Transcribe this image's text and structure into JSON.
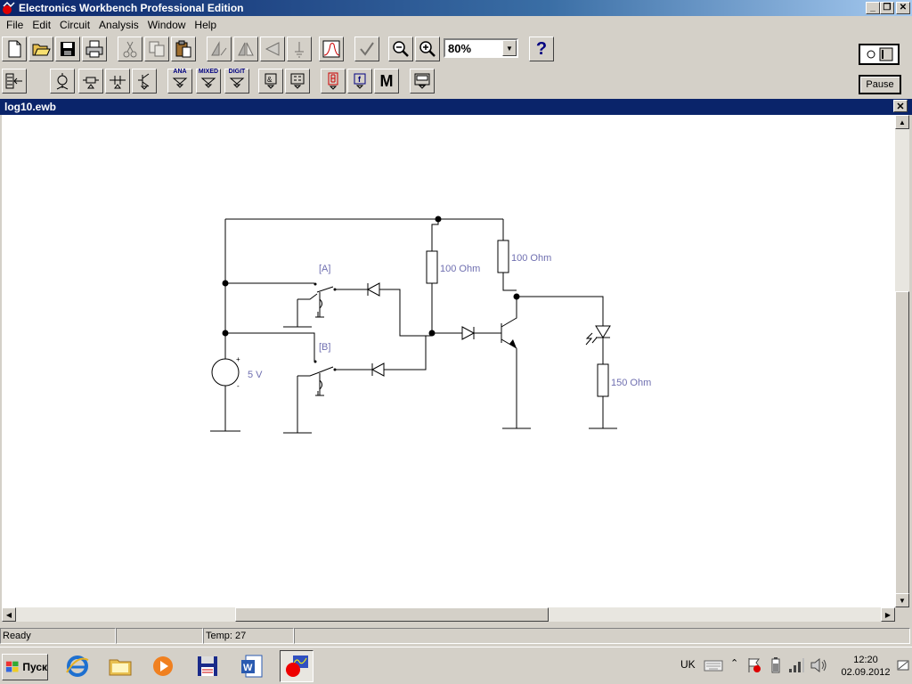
{
  "window": {
    "title": "Electronics Workbench Professional Edition",
    "minimize": "_",
    "restore": "❐",
    "close": "✕"
  },
  "menu": {
    "items": [
      "File",
      "Edit",
      "Circuit",
      "Analysis",
      "Window",
      "Help"
    ]
  },
  "toolbar": {
    "zoom_value": "80%",
    "pause_label": "Pause",
    "ana_label": "ANA",
    "mixed_label": "MIXED",
    "digit_label": "DIGIT",
    "m_label": "M",
    "help_label": "?"
  },
  "document": {
    "title": "log10.ewb",
    "close": "✕"
  },
  "schematic": {
    "switch_a_label": "[A]",
    "switch_b_label": "[B]",
    "source_label": "5 V",
    "resistor1_label": "100  Ohm",
    "resistor2_label": "100  Ohm",
    "resistor3_label": "150  Ohm",
    "plus": "+",
    "minus": "-"
  },
  "status": {
    "ready": "Ready",
    "temp": "Temp:  27"
  },
  "taskbar": {
    "start_label": "Пуск",
    "lang": "UK",
    "time": "12:20",
    "date": "02.09.2012"
  }
}
